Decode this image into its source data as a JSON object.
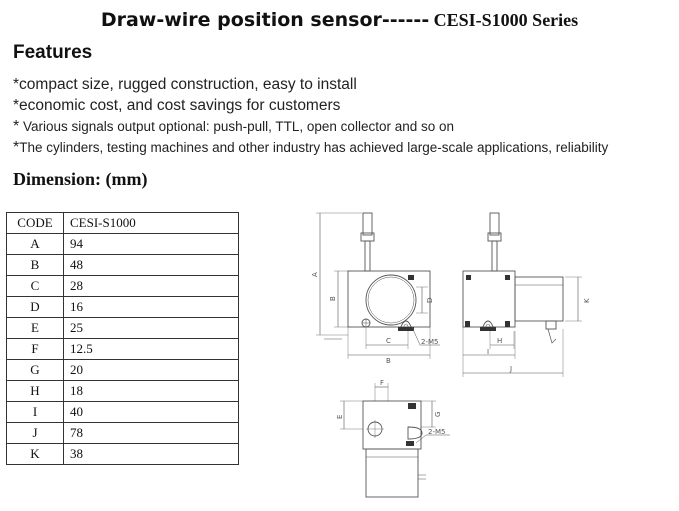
{
  "header": {
    "title_sans": "Draw-wire position sensor------",
    "title_serif": "CESI-S1000 Series"
  },
  "features": {
    "heading": "Features",
    "items": [
      {
        "star": "*",
        "text": "compact size, rugged construction, easy to install"
      },
      {
        "star": "*",
        "text": "economic cost, and cost savings for customers"
      },
      {
        "star": "*",
        "text": " Various signals output optional: push-pull, TTL, open collector and so on"
      },
      {
        "star": "*",
        "text": "The cylinders, testing machines and other industry has achieved large-scale applications, reliability"
      }
    ]
  },
  "dimension": {
    "heading": "Dimension: (mm)",
    "table": {
      "headers": [
        "CODE",
        "CESI-S1000"
      ],
      "rows": [
        [
          "A",
          "94"
        ],
        [
          "B",
          "48"
        ],
        [
          "C",
          "28"
        ],
        [
          "D",
          "16"
        ],
        [
          "E",
          "25"
        ],
        [
          "F",
          "12.5"
        ],
        [
          "G",
          "20"
        ],
        [
          "H",
          "18"
        ],
        [
          "I",
          "40"
        ],
        [
          "J",
          "78"
        ],
        [
          "K",
          "38"
        ]
      ]
    }
  },
  "drawing": {
    "labels": {
      "a": "A",
      "b": "B",
      "c": "C",
      "d": "D",
      "e": "E",
      "f": "F",
      "g": "G",
      "h": "H",
      "i": "I",
      "j": "J",
      "k": "K",
      "hole_front": "2-M5",
      "hole_bottom": "2-M5"
    },
    "line_color": "#555555"
  }
}
